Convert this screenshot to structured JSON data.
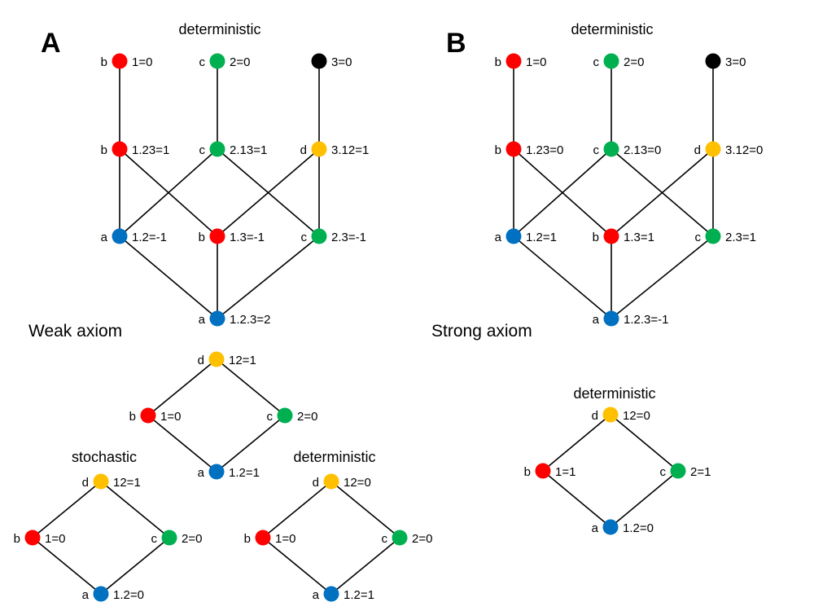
{
  "colors": {
    "red": "#ff0000",
    "green": "#00b050",
    "yellow": "#ffc000",
    "blue": "#0070c0",
    "black": "#000000"
  },
  "panel_a": {
    "letter": "A",
    "title": "deterministic",
    "axiom": "Weak axiom",
    "nodes": [
      {
        "letter": "b",
        "value": "1=0",
        "color": "red"
      },
      {
        "letter": "c",
        "value": "2=0",
        "color": "green"
      },
      {
        "letter": "",
        "value": "3=0",
        "color": "black"
      },
      {
        "letter": "b",
        "value": "1.23=1",
        "color": "red"
      },
      {
        "letter": "c",
        "value": "2.13=1",
        "color": "green"
      },
      {
        "letter": "d",
        "value": "3.12=1",
        "color": "yellow"
      },
      {
        "letter": "a",
        "value": "1.2=-1",
        "color": "blue"
      },
      {
        "letter": "b",
        "value": "1.3=-1",
        "color": "red"
      },
      {
        "letter": "c",
        "value": "2.3=-1",
        "color": "green"
      },
      {
        "letter": "a",
        "value": "1.2.3=2",
        "color": "blue"
      }
    ],
    "diamond_top": {
      "nodes": [
        {
          "letter": "d",
          "value": "12=1",
          "color": "yellow"
        },
        {
          "letter": "b",
          "value": "1=0",
          "color": "red"
        },
        {
          "letter": "c",
          "value": "2=0",
          "color": "green"
        },
        {
          "letter": "a",
          "value": "1.2=1",
          "color": "blue"
        }
      ]
    },
    "diamond_stochastic": {
      "title": "stochastic",
      "nodes": [
        {
          "letter": "d",
          "value": "12=1",
          "color": "yellow"
        },
        {
          "letter": "b",
          "value": "1=0",
          "color": "red"
        },
        {
          "letter": "c",
          "value": "2=0",
          "color": "green"
        },
        {
          "letter": "a",
          "value": "1.2=0",
          "color": "blue"
        }
      ]
    },
    "diamond_deterministic": {
      "title": "deterministic",
      "nodes": [
        {
          "letter": "d",
          "value": "12=0",
          "color": "yellow"
        },
        {
          "letter": "b",
          "value": "1=0",
          "color": "red"
        },
        {
          "letter": "c",
          "value": "2=0",
          "color": "green"
        },
        {
          "letter": "a",
          "value": "1.2=1",
          "color": "blue"
        }
      ]
    }
  },
  "panel_b": {
    "letter": "B",
    "title": "deterministic",
    "axiom": "Strong axiom",
    "nodes": [
      {
        "letter": "b",
        "value": "1=0",
        "color": "red"
      },
      {
        "letter": "c",
        "value": "2=0",
        "color": "green"
      },
      {
        "letter": "",
        "value": "3=0",
        "color": "black"
      },
      {
        "letter": "b",
        "value": "1.23=0",
        "color": "red"
      },
      {
        "letter": "c",
        "value": "2.13=0",
        "color": "green"
      },
      {
        "letter": "d",
        "value": "3.12=0",
        "color": "yellow"
      },
      {
        "letter": "a",
        "value": "1.2=1",
        "color": "blue"
      },
      {
        "letter": "b",
        "value": "1.3=1",
        "color": "red"
      },
      {
        "letter": "c",
        "value": "2.3=1",
        "color": "green"
      },
      {
        "letter": "a",
        "value": "1.2.3=-1",
        "color": "blue"
      }
    ],
    "diamond": {
      "title": "deterministic",
      "nodes": [
        {
          "letter": "d",
          "value": "12=0",
          "color": "yellow"
        },
        {
          "letter": "b",
          "value": "1=1",
          "color": "red"
        },
        {
          "letter": "c",
          "value": "2=1",
          "color": "green"
        },
        {
          "letter": "a",
          "value": "1.2=0",
          "color": "blue"
        }
      ]
    }
  }
}
